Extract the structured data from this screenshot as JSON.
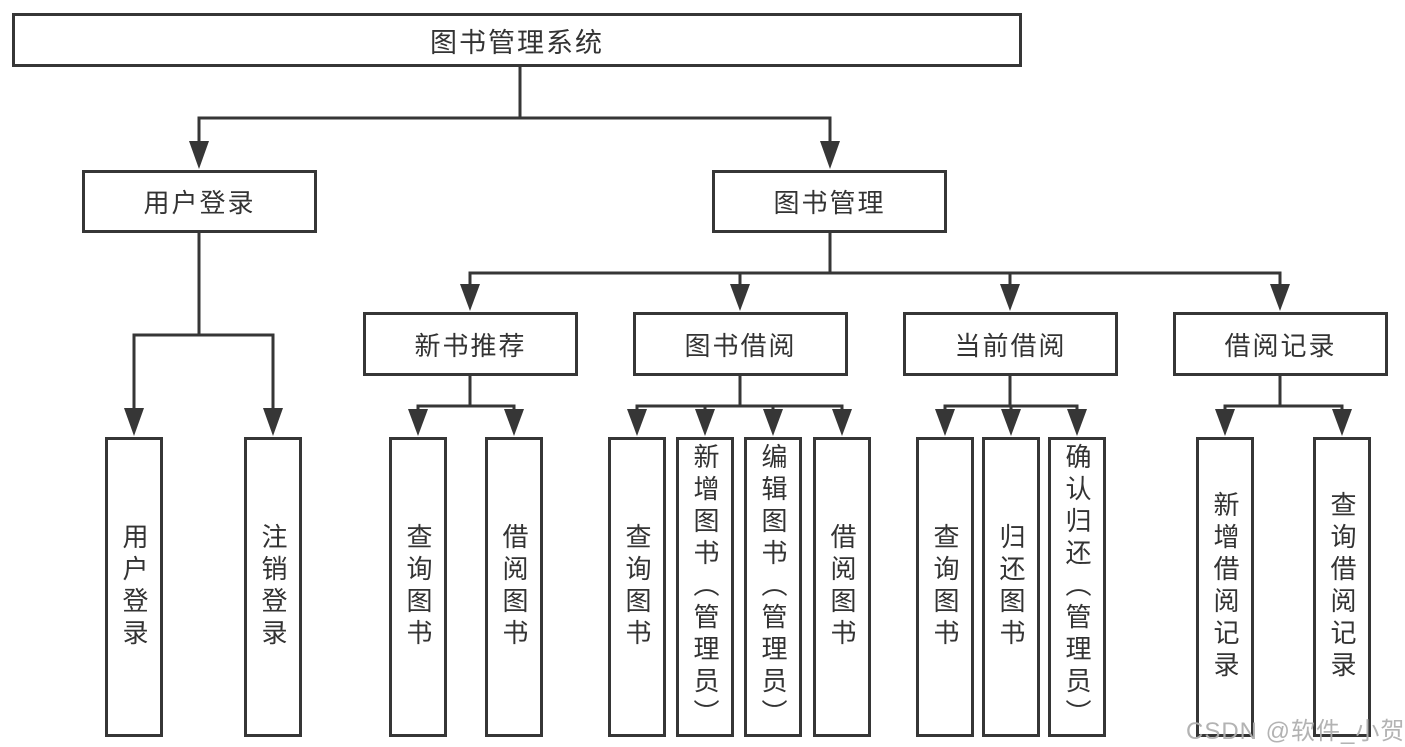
{
  "diagram": {
    "root": {
      "label": "图书管理系统"
    },
    "branches": [
      {
        "label": "用户登录",
        "children": [
          {
            "label": "用户登录"
          },
          {
            "label": "注销登录"
          }
        ]
      },
      {
        "label": "图书管理",
        "children": [
          {
            "label": "新书推荐",
            "children": [
              {
                "label": "查询图书"
              },
              {
                "label": "借阅图书"
              }
            ]
          },
          {
            "label": "图书借阅",
            "children": [
              {
                "label": "查询图书"
              },
              {
                "label": "新增图书（管理员）"
              },
              {
                "label": "编辑图书（管理员）"
              },
              {
                "label": "借阅图书"
              }
            ]
          },
          {
            "label": "当前借阅",
            "children": [
              {
                "label": "查询图书"
              },
              {
                "label": "归还图书"
              },
              {
                "label": "确认归还（管理员）"
              }
            ]
          },
          {
            "label": "借阅记录",
            "children": [
              {
                "label": "新增借阅记录"
              },
              {
                "label": "查询借阅记录"
              }
            ]
          }
        ]
      }
    ]
  },
  "watermark": {
    "text": "CSDN @软件_小贺同学"
  },
  "colors": {
    "line": "#363636",
    "text": "#333333",
    "watermark": "#afafaf",
    "background": "#ffffff"
  }
}
